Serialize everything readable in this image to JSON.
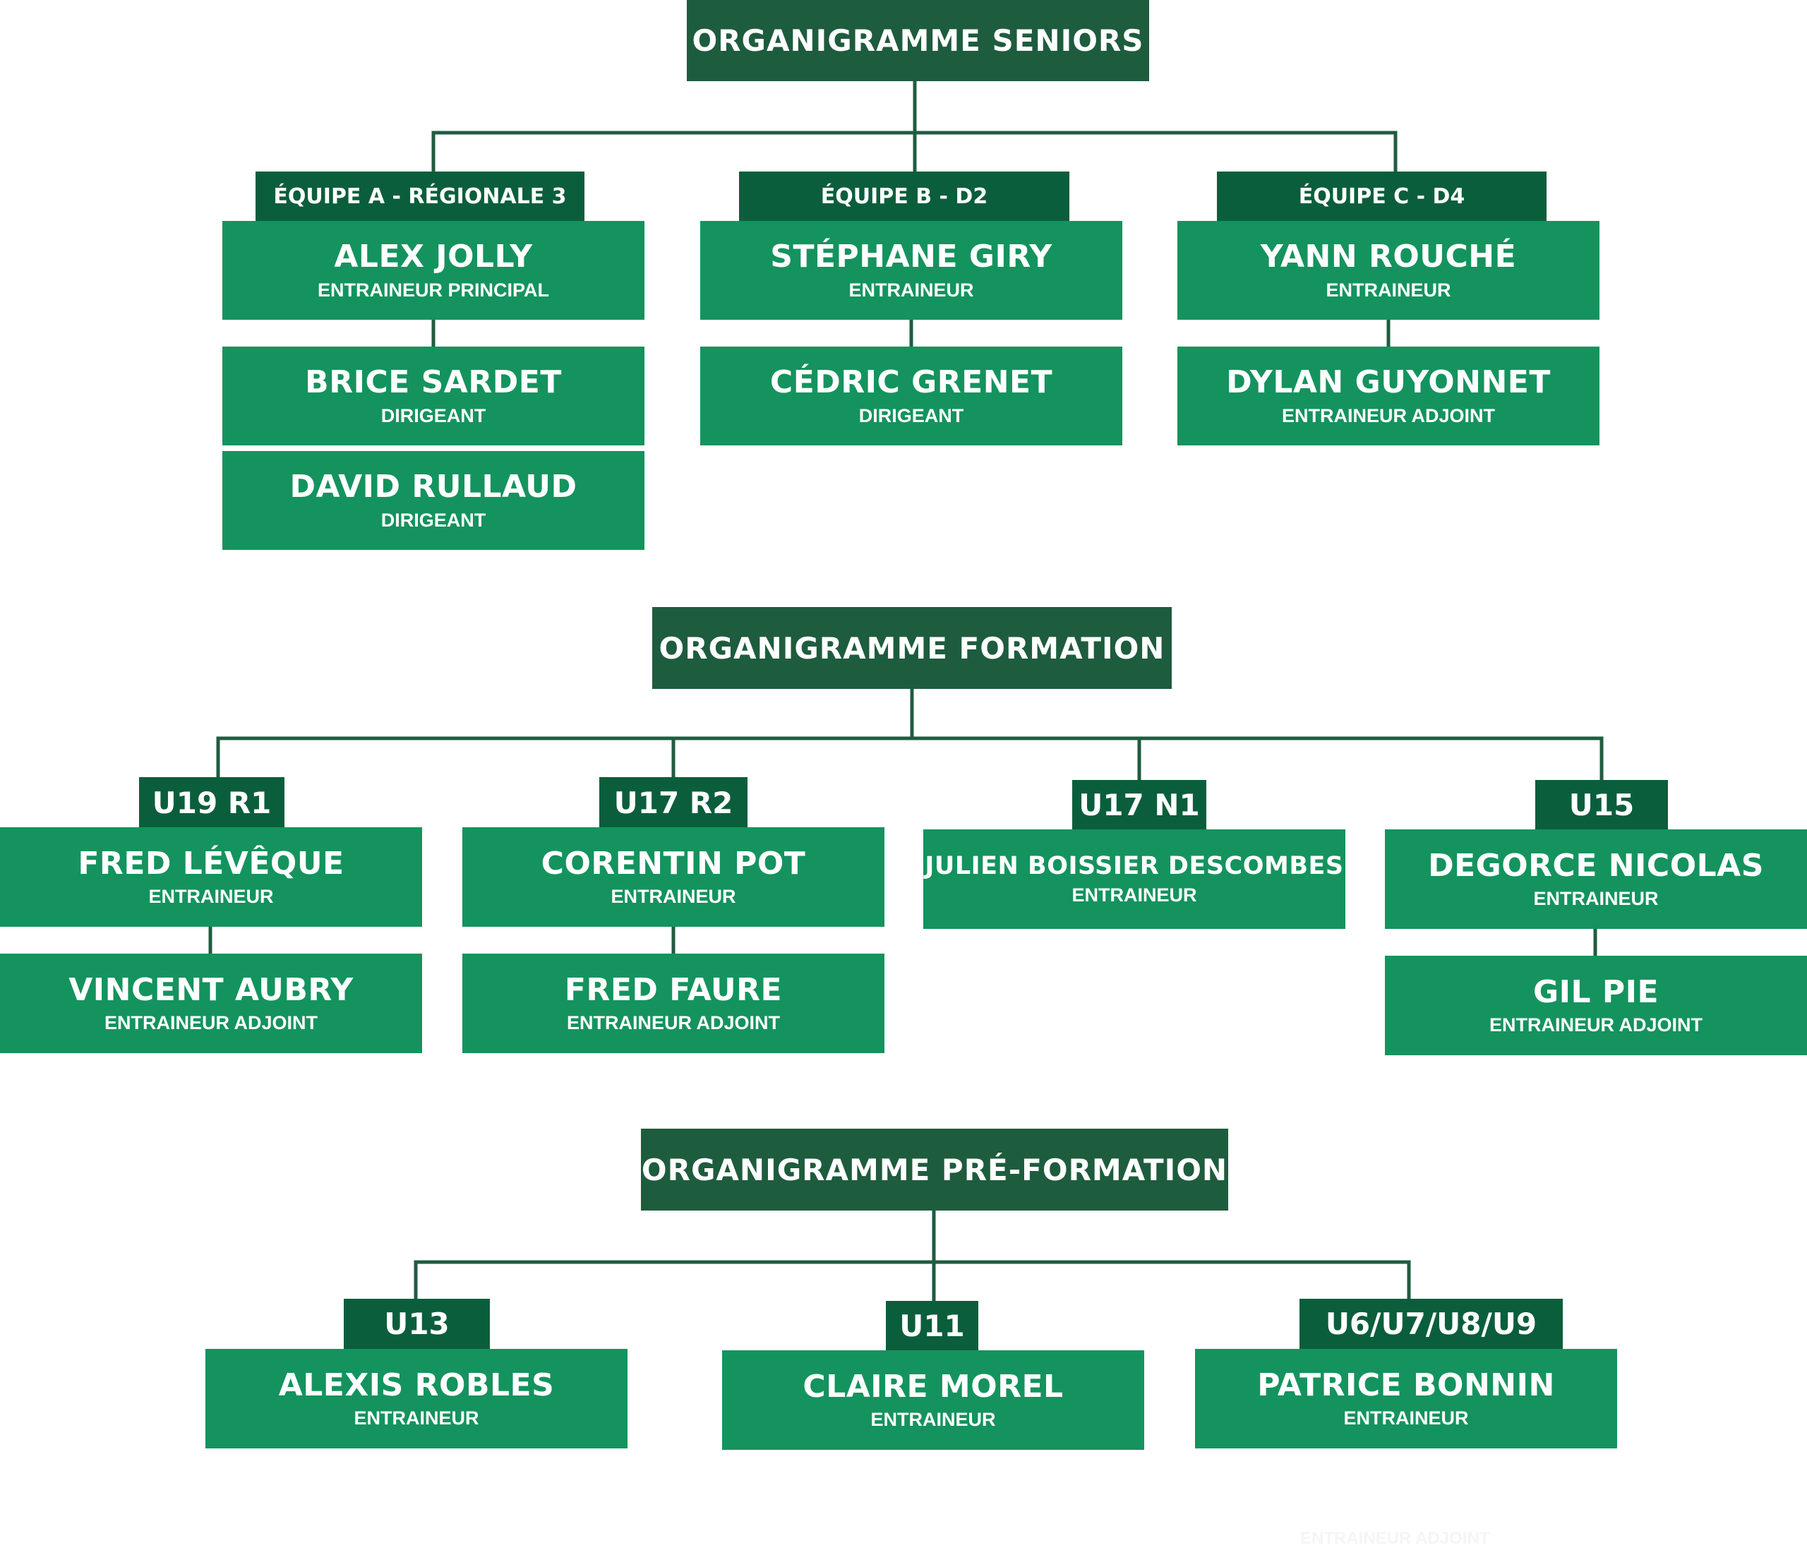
{
  "sections": {
    "seniors": {
      "title": "ORGANIGRAMME SENIORS",
      "teams": [
        {
          "tab": "ÉQUIPE A - RÉGIONALE 3",
          "members": [
            {
              "name": "ALEX JOLLY",
              "role": "ENTRAINEUR PRINCIPAL"
            },
            {
              "name": "BRICE SARDET",
              "role": "DIRIGEANT"
            },
            {
              "name": "DAVID RULLAUD",
              "role": "DIRIGEANT"
            }
          ]
        },
        {
          "tab": "ÉQUIPE B - D2",
          "members": [
            {
              "name": "STÉPHANE GIRY",
              "role": "ENTRAINEUR"
            },
            {
              "name": "CÉDRIC GRENET",
              "role": "DIRIGEANT"
            }
          ]
        },
        {
          "tab": "ÉQUIPE C - D4",
          "members": [
            {
              "name": "YANN ROUCHÉ",
              "role": "ENTRAINEUR"
            },
            {
              "name": "DYLAN GUYONNET",
              "role": "ENTRAINEUR ADJOINT"
            }
          ]
        }
      ]
    },
    "formation": {
      "title": "ORGANIGRAMME FORMATION",
      "teams": [
        {
          "tab": "U19 R1",
          "members": [
            {
              "name": "FRED LÉVÊQUE",
              "role": "ENTRAINEUR"
            },
            {
              "name": "VINCENT AUBRY",
              "role": "ENTRAINEUR ADJOINT"
            }
          ]
        },
        {
          "tab": "U17 R2",
          "members": [
            {
              "name": "CORENTIN POT",
              "role": "ENTRAINEUR"
            },
            {
              "name": "FRED FAURE",
              "role": "ENTRAINEUR ADJOINT"
            }
          ]
        },
        {
          "tab": "U17 N1",
          "members": [
            {
              "name": "JULIEN BOISSIER DESCOMBES",
              "role": "ENTRAINEUR"
            }
          ]
        },
        {
          "tab": "U15",
          "members": [
            {
              "name": "DEGORCE NICOLAS",
              "role": "ENTRAINEUR"
            },
            {
              "name": "GIL PIE",
              "role": "ENTRAINEUR ADJOINT"
            }
          ]
        }
      ]
    },
    "preformation": {
      "title": "ORGANIGRAMME PRÉ-FORMATION",
      "teams": [
        {
          "tab": "U13",
          "members": [
            {
              "name": "ALEXIS ROBLES",
              "role": "ENTRAINEUR"
            }
          ]
        },
        {
          "tab": "U11",
          "members": [
            {
              "name": "CLAIRE MOREL",
              "role": "ENTRAINEUR"
            }
          ]
        },
        {
          "tab": "U6/U7/U8/U9",
          "members": [
            {
              "name": "PATRICE BONNIN",
              "role": "ENTRAINEUR"
            }
          ]
        }
      ]
    }
  },
  "ghost_label": "ENTRAINEUR ADJOINT",
  "colors": {
    "title_bg": "#1e5c3e",
    "tab_bg": "#0b5e3c",
    "person_bg": "#14935e",
    "connector": "#1f5c40",
    "text": "#ffffff"
  }
}
